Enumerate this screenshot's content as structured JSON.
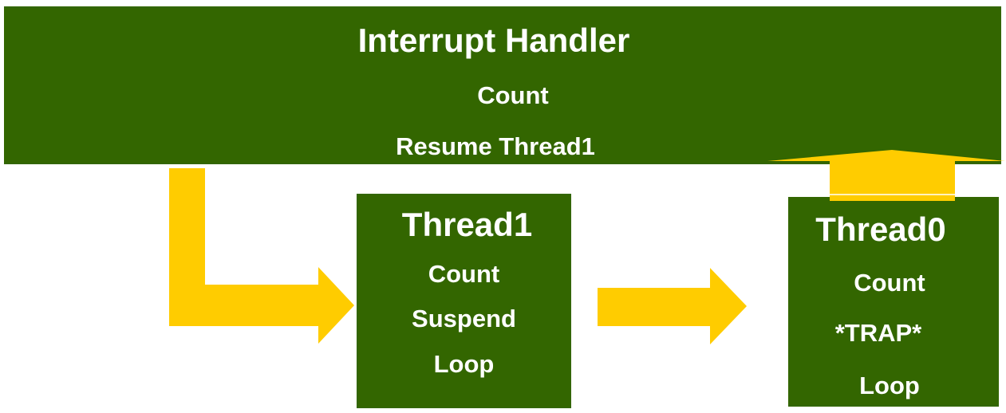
{
  "colors": {
    "box_fill": "#336600",
    "text": "#ffffff",
    "arrow_fill": "#ffcc00",
    "background": "#ffffff"
  },
  "interrupt_handler": {
    "title": "Interrupt Handler",
    "lines": [
      "Count",
      "Resume Thread1"
    ]
  },
  "thread1": {
    "title": "Thread1",
    "lines": [
      "Count",
      "Suspend",
      "Loop"
    ]
  },
  "thread0": {
    "title": "Thread0",
    "lines": [
      "Count",
      "*TRAP*",
      "Loop"
    ]
  },
  "connections": [
    {
      "from": "interrupt_handler",
      "to": "thread1",
      "shape": "elbow-arrow"
    },
    {
      "from": "thread1",
      "to": "thread0",
      "shape": "right-arrow"
    },
    {
      "from": "thread0",
      "to": "interrupt_handler",
      "shape": "up-arrow"
    }
  ]
}
